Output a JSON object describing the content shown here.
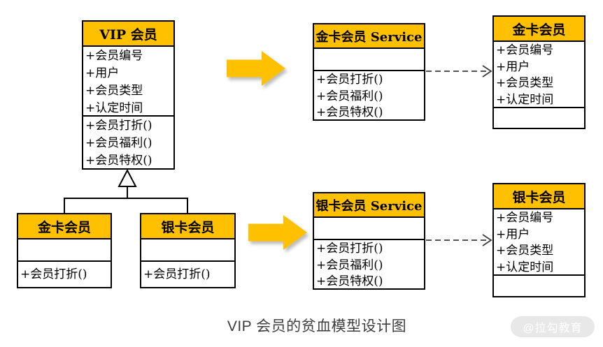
{
  "diagram": {
    "caption": "VIP 会员的贫血模型设计图",
    "watermark": "@拉勾教育",
    "colors": {
      "class_header_fill": "#FFC000",
      "border": "#000000",
      "block_arrow_fill": "#FFC000",
      "caption_text": "#3D3D3D",
      "watermark_bg": "#E8E8E8",
      "watermark_text": "#FFFFFF"
    }
  },
  "classes": {
    "vip": {
      "title": "VIP 会员",
      "attributes": [
        "+会员编号",
        "+用户",
        "+会员类型",
        "+认定时间"
      ],
      "methods": [
        "+会员打折()",
        "+会员福利()",
        "+会员特权()"
      ]
    },
    "gold_sub": {
      "title": "金卡会员",
      "attributes": [],
      "methods": [
        "+会员打折()"
      ]
    },
    "silver_sub": {
      "title": "银卡会员",
      "attributes": [],
      "methods": [
        "+会员打折()"
      ]
    },
    "gold_service": {
      "title": "金卡会员 Service",
      "attributes": [],
      "methods": [
        "+会员打折()",
        "+会员福利()",
        "+会员特权()"
      ]
    },
    "gold_entity": {
      "title": "金卡会员",
      "attributes": [
        "+会员编号",
        "+用户",
        "+会员类型",
        "+认定时间"
      ],
      "methods": []
    },
    "silver_service": {
      "title": "银卡会员 Service",
      "attributes": [],
      "methods": [
        "+会员打折()",
        "+会员福利()",
        "+会员特权()"
      ]
    },
    "silver_entity": {
      "title": "银卡会员",
      "attributes": [
        "+会员编号",
        "+用户",
        "+会员类型",
        "+认定时间"
      ],
      "methods": []
    }
  }
}
